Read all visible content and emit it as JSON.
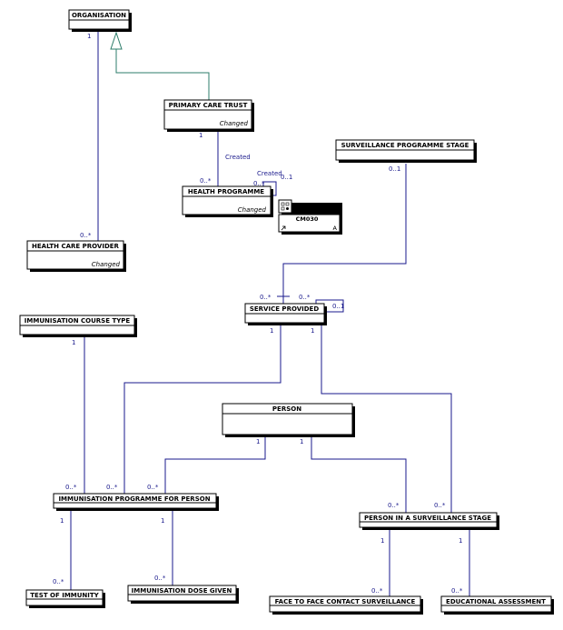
{
  "classes": {
    "organisation": {
      "name": "ORGANISATION"
    },
    "primary_care_trust": {
      "name": "PRIMARY CARE TRUST",
      "stereotype": "Changed"
    },
    "health_programme": {
      "name": "HEALTH PROGRAMME",
      "stereotype": "Changed"
    },
    "health_care_provider": {
      "name": "HEALTH CARE PROVIDER",
      "stereotype": "Changed"
    },
    "surveillance_programme_stage": {
      "name": "SURVEILLANCE PROGRAMME STAGE"
    },
    "service_provided": {
      "name": "SERVICE PROVIDED"
    },
    "immunisation_course_type": {
      "name": "IMMUNISATION COURSE TYPE"
    },
    "person": {
      "name": "PERSON"
    },
    "immunisation_programme_for_person": {
      "name": "IMMUNISATION PROGRAMME FOR PERSON"
    },
    "person_in_a_surveillance_stage": {
      "name": "PERSON IN A SURVEILLANCE STAGE"
    },
    "test_of_immunity": {
      "name": "TEST OF IMMUNITY"
    },
    "immunisation_dose_given": {
      "name": "IMMUNISATION DOSE GIVEN"
    },
    "face_to_face_contact_surveillance": {
      "name": "FACE TO FACE CONTACT SURVEILLANCE"
    },
    "educational_assessment": {
      "name": "EDUCATIONAL ASSESSMENT"
    }
  },
  "package": {
    "name": "CM030",
    "marker": "A"
  },
  "labels": {
    "pct_hp_created": "Created",
    "hp_self_created": "Created"
  },
  "multiplicities": {
    "org_hcp_top": "1",
    "hcp_top": "0..*",
    "pct_bottom": "1",
    "hp_top": "0..*",
    "hp_self_left": "0..*",
    "hp_self_right": "0..1",
    "sps_bottom": "0..1",
    "sp_left_top": "0..*",
    "sp_right_top": "0..*",
    "sp_self": "0..1",
    "sp_bottom_left": "1",
    "sp_bottom_right": "1",
    "ict_bottom": "1",
    "person_bottom_left": "1",
    "person_bottom_right": "1",
    "ipp_top_1": "0..*",
    "ipp_top_2": "0..*",
    "ipp_top_3": "0..*",
    "pss_top_1": "0..*",
    "pss_top_2": "0..*",
    "ipp_bottom_left": "1",
    "ipp_bottom_right": "1",
    "toi_top": "0..*",
    "idg_top": "0..*",
    "pss_bottom_left": "1",
    "pss_bottom_right": "1",
    "ftf_top": "0..*",
    "ea_top": "0..*"
  }
}
